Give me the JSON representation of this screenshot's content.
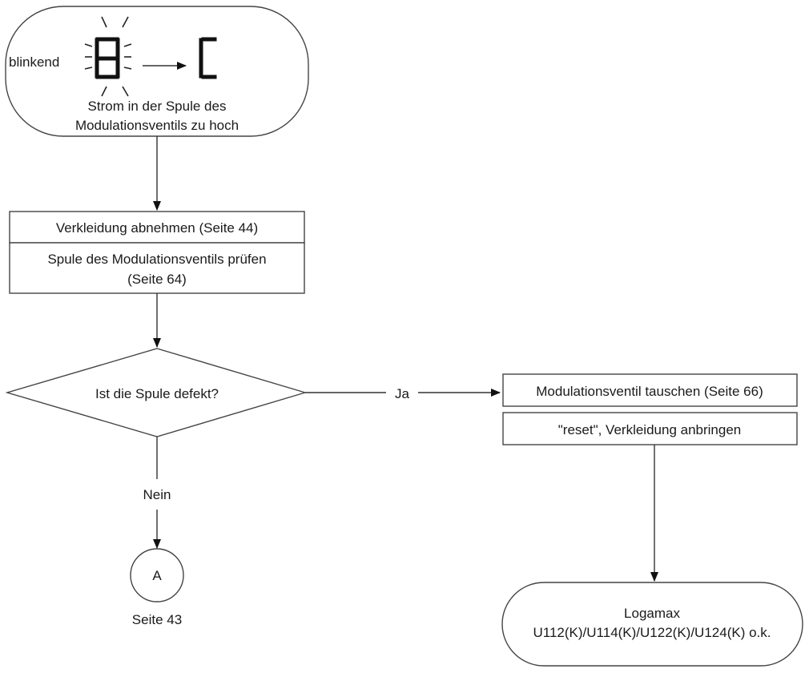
{
  "start": {
    "blink_label": "blinkend",
    "text_line1": "Strom in der Spule des",
    "text_line2": "Modulationsventils zu hoch",
    "display_from": "8",
    "display_to": "C"
  },
  "step1": {
    "line1": "Verkleidung abnehmen (Seite 44)",
    "line2": "Spule des Modulationsventils prüfen",
    "line3": "(Seite 64)"
  },
  "decision": {
    "question": "Ist die Spule defekt?",
    "yes_label": "Ja",
    "no_label": "Nein"
  },
  "yes_branch": {
    "step1": "Modulationsventil tauschen (Seite 66)",
    "step2": "\"reset\", Verkleidung anbringen"
  },
  "connector": {
    "label": "A",
    "caption": "Seite 43"
  },
  "end": {
    "line1": "Logamax",
    "line2": "U112(K)/U114(K)/U122(K)/U124(K) o.k."
  }
}
